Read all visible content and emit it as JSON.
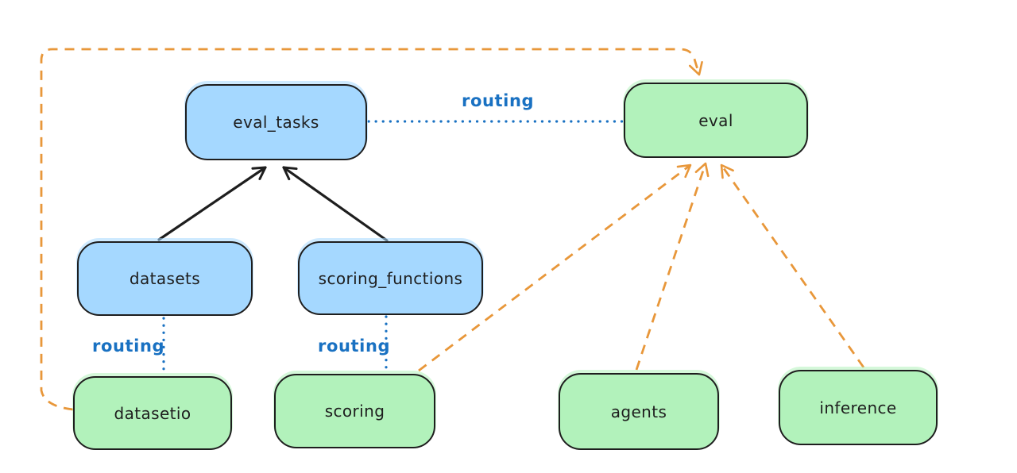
{
  "nodes": {
    "eval_tasks": {
      "label": "eval_tasks",
      "fill": "#a5d8ff"
    },
    "eval": {
      "label": "eval",
      "fill": "#b2f2bb"
    },
    "datasets": {
      "label": "datasets",
      "fill": "#a5d8ff"
    },
    "scoring_functions": {
      "label": "scoring_functions",
      "fill": "#a5d8ff"
    },
    "datasetio": {
      "label": "datasetio",
      "fill": "#b2f2bb"
    },
    "scoring": {
      "label": "scoring",
      "fill": "#b2f2bb"
    },
    "agents": {
      "label": "agents",
      "fill": "#b2f2bb"
    },
    "inference": {
      "label": "inference",
      "fill": "#b2f2bb"
    }
  },
  "edges": [
    {
      "from": "datasets",
      "to": "eval_tasks",
      "style": "solid-black-arrow",
      "label": ""
    },
    {
      "from": "scoring_functions",
      "to": "eval_tasks",
      "style": "solid-black-arrow",
      "label": ""
    },
    {
      "from": "eval_tasks",
      "to": "eval",
      "style": "dotted-blue",
      "label": "routing"
    },
    {
      "from": "datasets",
      "to": "datasetio",
      "style": "dotted-blue",
      "label": "routing"
    },
    {
      "from": "scoring_functions",
      "to": "scoring",
      "style": "dotted-blue",
      "label": "routing"
    },
    {
      "from": "datasetio",
      "to": "eval",
      "style": "dashed-orange-arrow",
      "label": ""
    },
    {
      "from": "scoring",
      "to": "eval",
      "style": "dashed-orange-arrow",
      "label": ""
    },
    {
      "from": "agents",
      "to": "eval",
      "style": "dashed-orange-arrow",
      "label": ""
    },
    {
      "from": "inference",
      "to": "eval",
      "style": "dashed-orange-arrow",
      "label": ""
    }
  ],
  "colors": {
    "blue_fill": "#a5d8ff",
    "green_fill": "#b2f2bb",
    "node_stroke": "#1e1e1e",
    "black_arrow": "#1e1e1e",
    "orange_dash": "#e8973a",
    "routing_blue": "#1971c2",
    "background": "#ffffff"
  }
}
